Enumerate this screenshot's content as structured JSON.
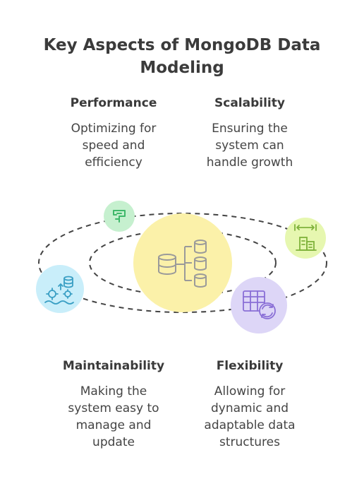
{
  "title": {
    "line1": "Key Aspects of MongoDB Data",
    "line2": "Modeling"
  },
  "aspects": [
    {
      "heading": "Performance",
      "desc": [
        "Optimizing for",
        "speed and",
        "efficiency"
      ]
    },
    {
      "heading": "Scalability",
      "desc": [
        "Ensuring the",
        "system can",
        "handle growth"
      ]
    },
    {
      "heading": "Maintainability",
      "desc": [
        "Making the",
        "system easy to",
        "manage and",
        "update"
      ]
    },
    {
      "heading": "Flexibility",
      "desc": [
        "Allowing for",
        "dynamic and",
        "adaptable data",
        "structures"
      ]
    }
  ],
  "icons": {
    "center": "database-connection-icon",
    "performance": "performance-route-icon",
    "scalability": "scalability-building-icon",
    "maintainability": "maintenance-gears-icon",
    "flexibility": "flexible-table-icon"
  },
  "colors": {
    "center": "#fbf1a9",
    "performance": "#c6f0cf",
    "scalability": "#e6f7b0",
    "maintainability": "#c9eefa",
    "flexibility": "#ddd6f7"
  }
}
